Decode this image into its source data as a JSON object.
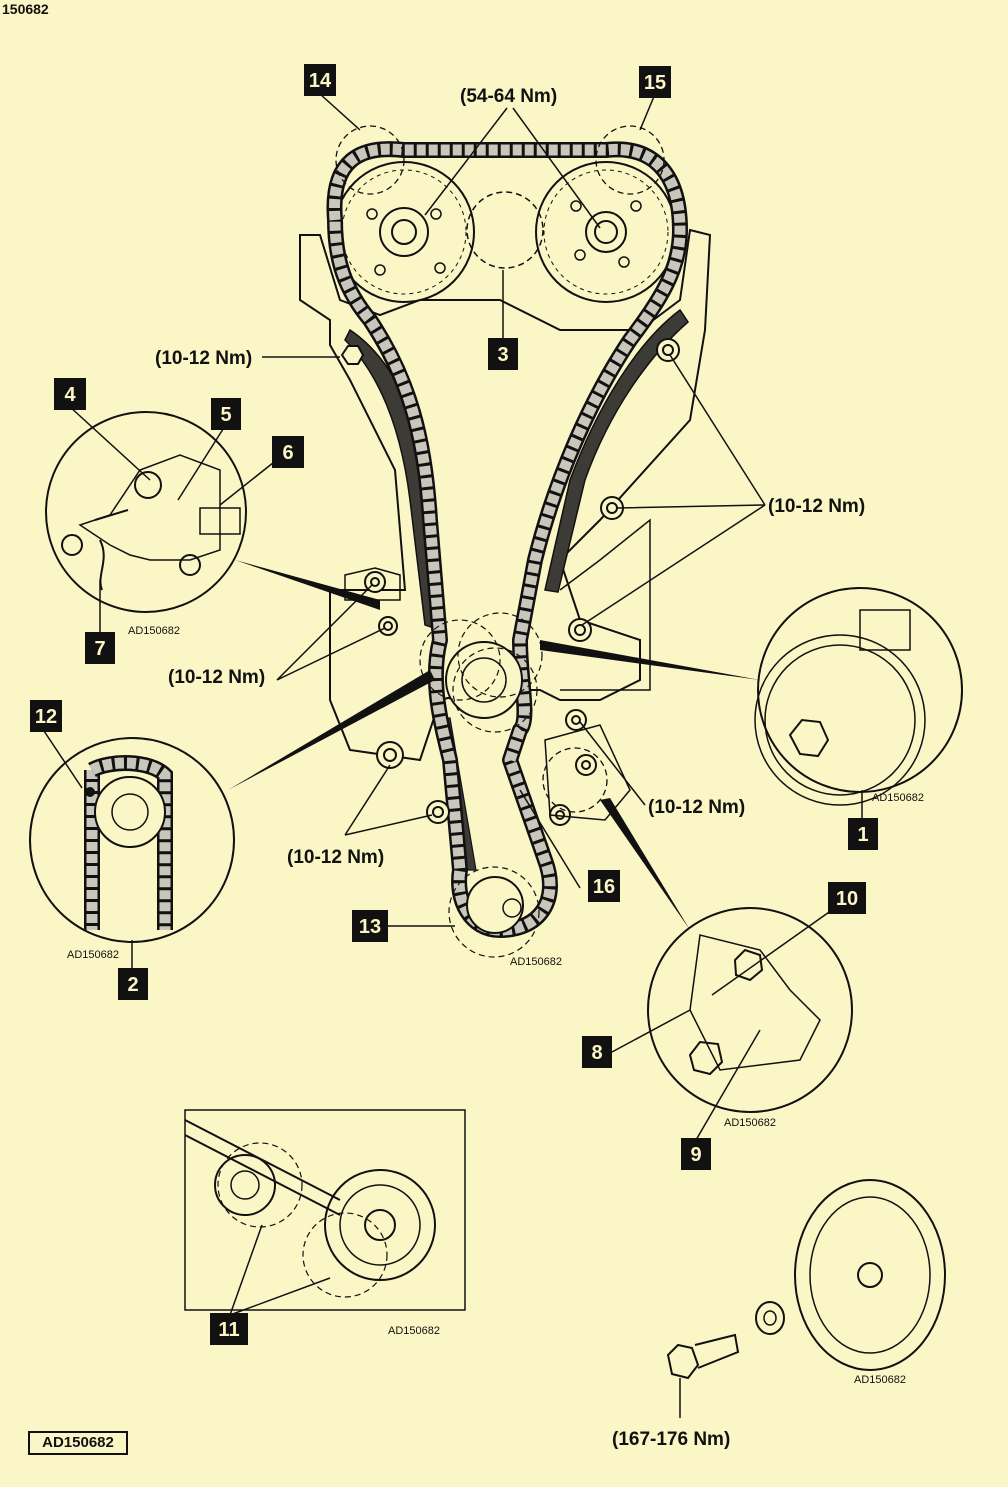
{
  "header": {
    "figure_id": "150682"
  },
  "footer": {
    "figure_ref": "AD150682"
  },
  "callouts": [
    "1",
    "2",
    "3",
    "4",
    "5",
    "6",
    "7",
    "8",
    "9",
    "10",
    "11",
    "12",
    "13",
    "14",
    "15",
    "16"
  ],
  "torques": {
    "camshaft_sprockets": "(54-64 Nm)",
    "upper_left_bolt": "(10-12 Nm)",
    "right_guide_bolts": "(10-12 Nm)",
    "tensioner_bolts": "(10-12 Nm)",
    "lower_left_guide": "(10-12 Nm)",
    "lower_right_guide": "(10-12 Nm)",
    "crankshaft_bolt": "(167-176 Nm)"
  },
  "detail_refs": {
    "detail_1": "AD150682",
    "detail_2": "AD150682",
    "detail_4": "AD150682",
    "detail_9": "AD150682",
    "detail_11": "AD150682",
    "main_13": "AD150682",
    "pulley": "AD150682"
  },
  "colors": {
    "background": "#fbf6c5",
    "ink": "#111111",
    "chain_fill": "#c9c7bb",
    "guide_fill": "#3c3b36"
  }
}
